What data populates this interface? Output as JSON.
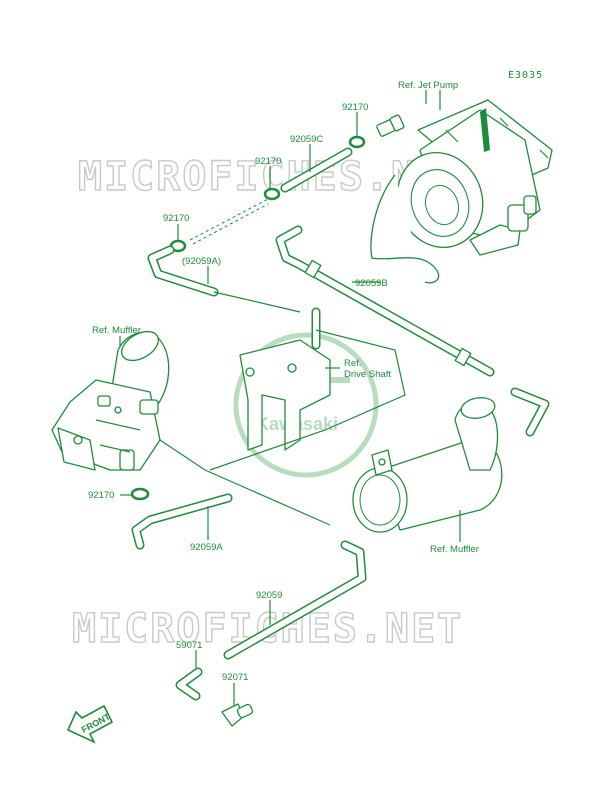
{
  "diagram": {
    "code": "E3035",
    "watermarks": [
      "MICROFICHES.NET",
      "MICROFICHES.NET"
    ],
    "seal_text": "Kawasaki",
    "front_arrow_label": "FRONT",
    "labels": {
      "ref_jet_pump": "Ref. Jet Pump",
      "ref_muffler_left": "Ref. Muffler",
      "ref_drive_shaft_1": "Ref.",
      "ref_drive_shaft_2": "Drive Shaft",
      "ref_muffler_right": "Ref. Muffler",
      "p92170_a": "92170",
      "p92059C": "92059C",
      "p92170_b": "92170",
      "p92170_c": "92170",
      "p92059A_paren": "(92059A)",
      "p92059B": "92059B",
      "p92170_d": "92170",
      "p92059A": "92059A",
      "p92059": "92059",
      "p59071": "59071",
      "p92071": "92071"
    },
    "colors": {
      "ink": "#1f8c3a",
      "watermark": "#c9c9c9",
      "seal": "#b9dcbf"
    }
  }
}
